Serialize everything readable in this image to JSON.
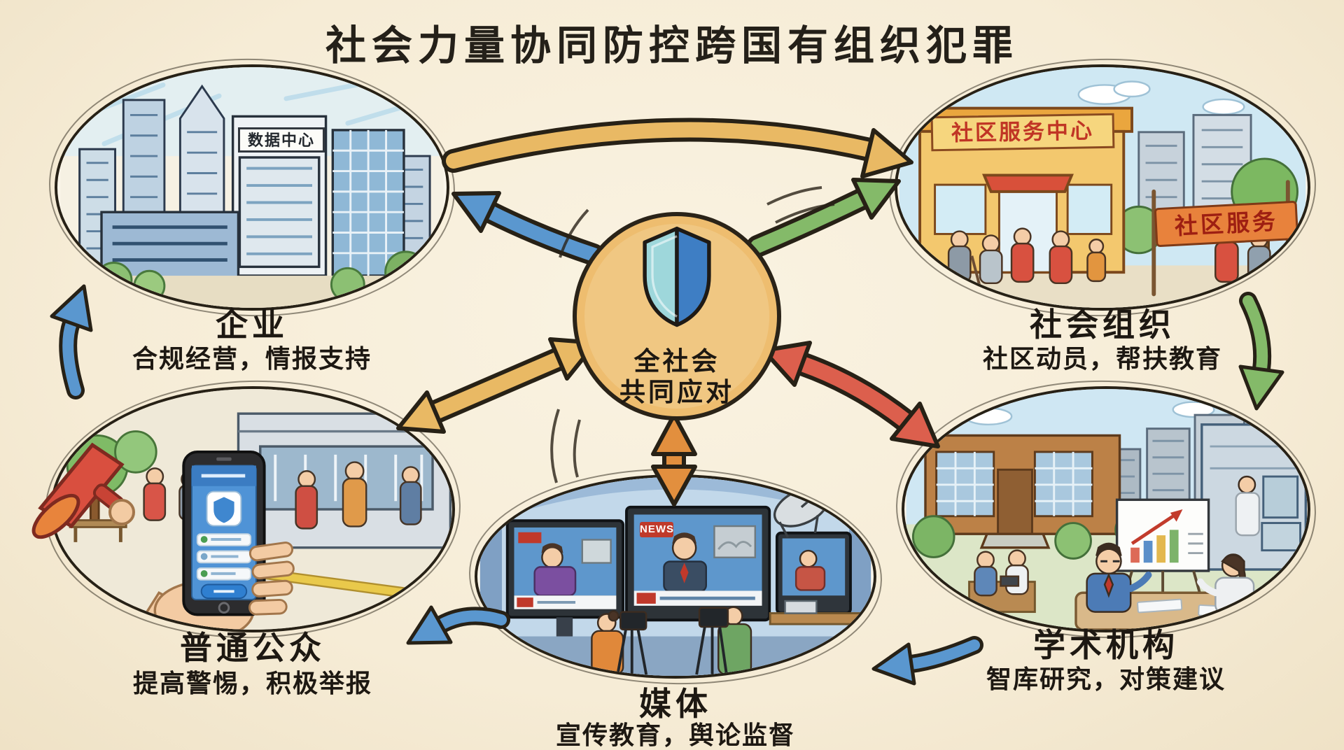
{
  "title": "社会力量协同防控跨国有组织犯罪",
  "center": {
    "icon": "shield",
    "line1": "全社会",
    "line2": "共同应对"
  },
  "nodes": {
    "enterprise": {
      "label": "企业",
      "subtitle": "合规经营，情报支持",
      "building_sign": "数据中心"
    },
    "social_org": {
      "label": "社会组织",
      "subtitle": "社区动员，帮扶教育",
      "building_sign": "社区服务中心",
      "banner": "社区服务"
    },
    "public": {
      "label": "普通公众",
      "subtitle": "提高警惕，积极举报"
    },
    "media": {
      "label": "媒体",
      "subtitle": "宣传教育，舆论监督",
      "screen_badge": "NEWS"
    },
    "academic": {
      "label": "学术机构",
      "subtitle": "智库研究，对策建议"
    }
  },
  "colors": {
    "paper": "#f6ecd6",
    "ink": "#272116",
    "hub_fill": "#eebd6f",
    "shield_left": "#9ed7db",
    "shield_right": "#3e7ec4",
    "arrow_blue": "#5a97cf",
    "arrow_gold": "#e9b964",
    "arrow_green": "#84ba69",
    "arrow_red": "#dc5f4d",
    "arrow_orange": "#e28f3e"
  }
}
